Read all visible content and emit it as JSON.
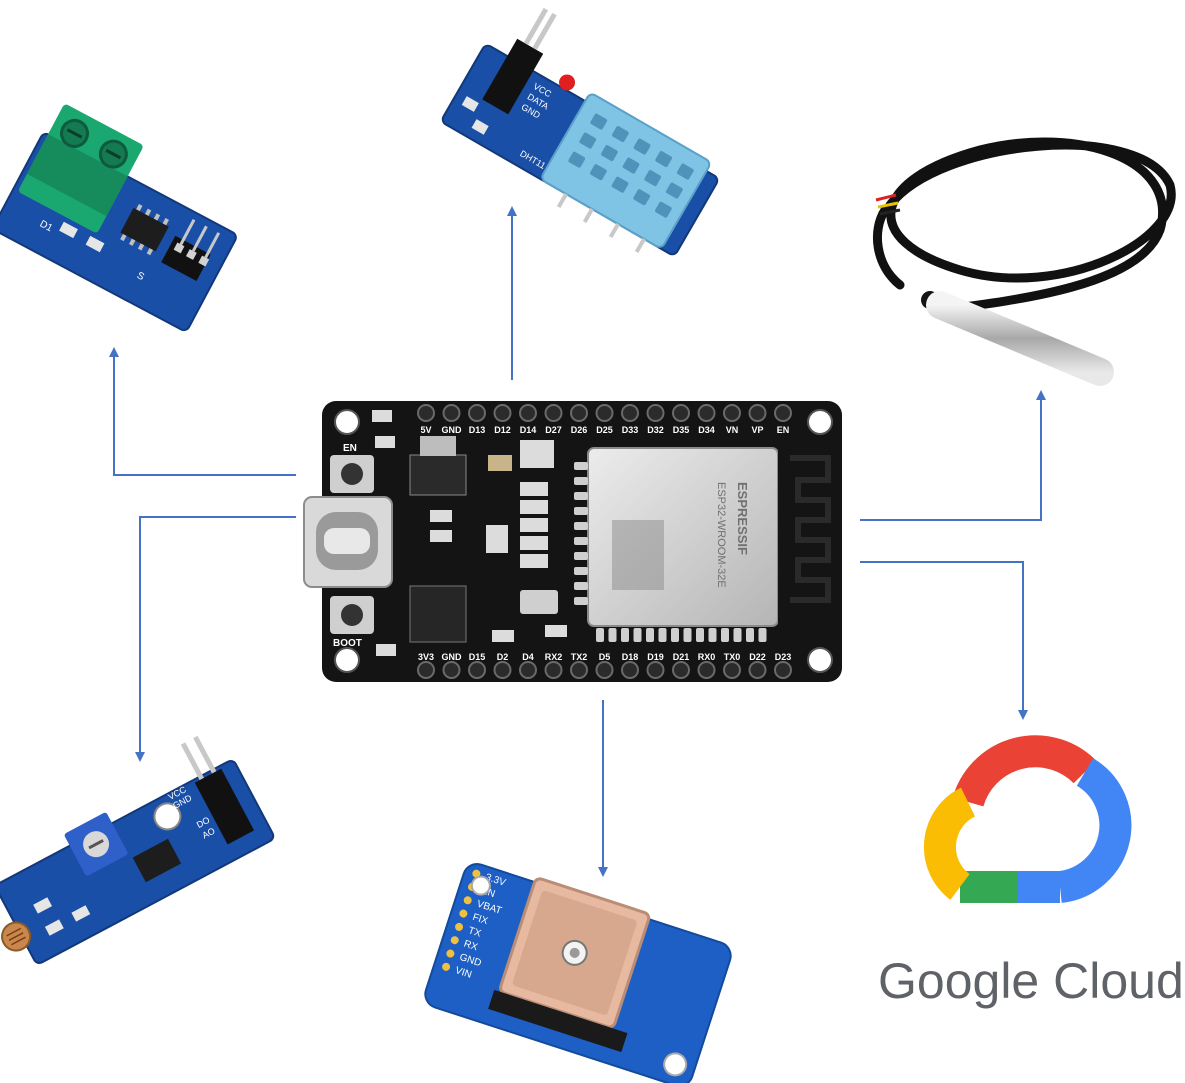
{
  "colors": {
    "arrow": "#4472c4",
    "pcb_black": "#141414",
    "pcb_blue": "#1a4fa8",
    "gc_red": "#ea4335",
    "gc_yellow": "#fbbc04",
    "gc_green": "#34a853",
    "gc_blue": "#4285f4"
  },
  "esp32": {
    "top_pins": [
      "5V",
      "GND",
      "D13",
      "D12",
      "D14",
      "D27",
      "D26",
      "D25",
      "D33",
      "D32",
      "D35",
      "D34",
      "VN",
      "VP",
      "EN"
    ],
    "bottom_pins": [
      "3V3",
      "GND",
      "D15",
      "D2",
      "D4",
      "RX2",
      "TX2",
      "D5",
      "D18",
      "D19",
      "D21",
      "RX0",
      "TX0",
      "D22",
      "D23"
    ],
    "en_button": "EN",
    "boot_button": "BOOT",
    "module_brand": "ESPRESSIF",
    "module_model": "ESP32-WROOM-32E"
  },
  "dht11": {
    "pin_labels": [
      "VCC",
      "DATA",
      "GND"
    ],
    "board_text": "DHT11"
  },
  "gps": {
    "pins": [
      "3.3V",
      "EN",
      "VBAT",
      "FIX",
      "TX",
      "RX",
      "GND",
      "VIN"
    ]
  },
  "light_sensor": {
    "labels": [
      "VCC",
      "GND",
      "DO",
      "AO"
    ]
  },
  "current_sensor": {
    "labels": [
      "D1",
      "S"
    ]
  },
  "google_cloud": {
    "wordmark": "Google Cloud",
    "icon": "google-cloud-icon"
  },
  "icons": [
    "esp32-board-icon",
    "current-sensor-icon",
    "dht11-sensor-icon",
    "temperature-probe-icon",
    "light-sensor-icon",
    "gps-module-icon",
    "google-cloud-icon"
  ]
}
